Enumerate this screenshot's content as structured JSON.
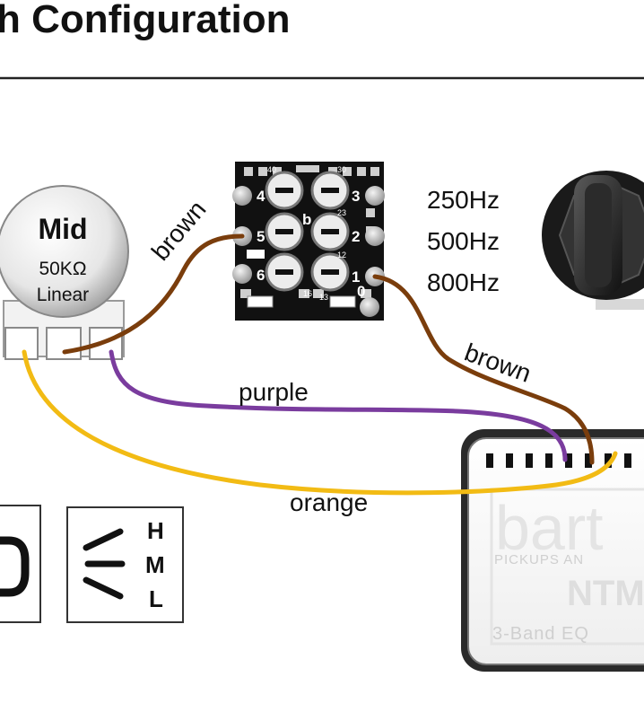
{
  "title": "h Configuration",
  "pot": {
    "name": "Mid",
    "value": "50KΩ",
    "taper": "Linear"
  },
  "switch_frequencies": [
    "250Hz",
    "500Hz",
    "800Hz"
  ],
  "wires": {
    "brown_top": "brown",
    "brown_right": "brown",
    "purple": "purple",
    "orange": "orange"
  },
  "switch_board": {
    "lug_numbers": [
      "4",
      "3",
      "5",
      "2",
      "6",
      "1",
      "0"
    ],
    "tiny_labels": [
      "40",
      "30",
      "23",
      "b",
      "12",
      "16",
      "13"
    ]
  },
  "hml_icon": {
    "letters": [
      "H",
      "M",
      "L"
    ]
  },
  "module": {
    "logo": "bart",
    "subtitle": "PICKUPS AN",
    "model": "NTM",
    "eq": "3-Band EQ"
  },
  "colors": {
    "brown": "#7a3d0c",
    "purple": "#7a3c9e",
    "orange": "#f2bb14",
    "pcb": "#111111",
    "rule": "#222222"
  }
}
